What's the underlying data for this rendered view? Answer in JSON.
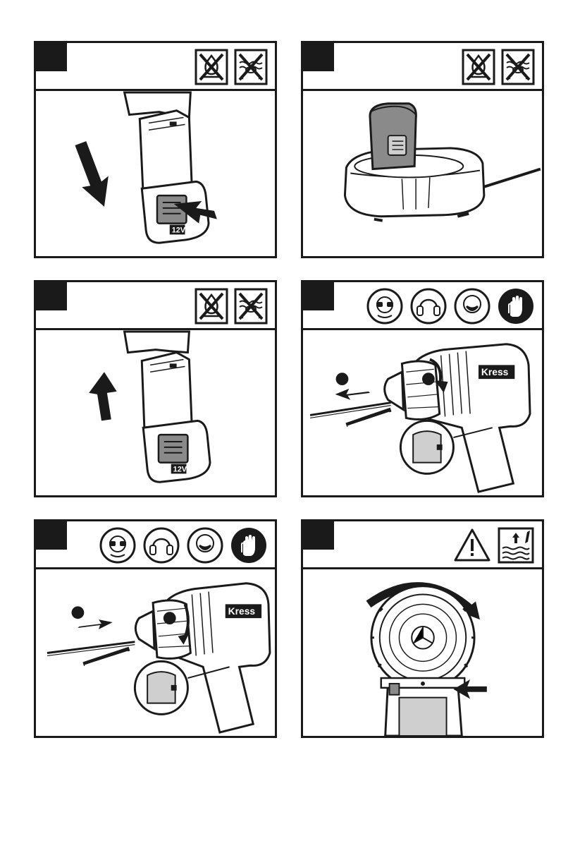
{
  "panels": [
    {
      "id": "battery-insert",
      "icons": [
        "no-fire-icon",
        "no-water-icon"
      ],
      "battery_label": "12V"
    },
    {
      "id": "battery-charging",
      "icons": [
        "no-fire-icon",
        "no-water-icon"
      ]
    },
    {
      "id": "battery-remove",
      "icons": [
        "no-fire-icon",
        "no-water-icon"
      ],
      "battery_label": "12V"
    },
    {
      "id": "bit-insert",
      "icons": [
        "eye-protection-icon",
        "ear-protection-icon",
        "dust-mask-icon",
        "gloves-icon"
      ],
      "brand": "Kress"
    },
    {
      "id": "bit-remove",
      "icons": [
        "eye-protection-icon",
        "ear-protection-icon",
        "dust-mask-icon",
        "gloves-icon"
      ],
      "brand": "Kress"
    },
    {
      "id": "direction-switch",
      "icons": [
        "warning-icon",
        "manual-icon"
      ]
    }
  ],
  "colors": {
    "ink": "#1a1a1a",
    "grey": "#8a8a8a",
    "light_grey": "#cfcfcf",
    "white": "#ffffff"
  }
}
